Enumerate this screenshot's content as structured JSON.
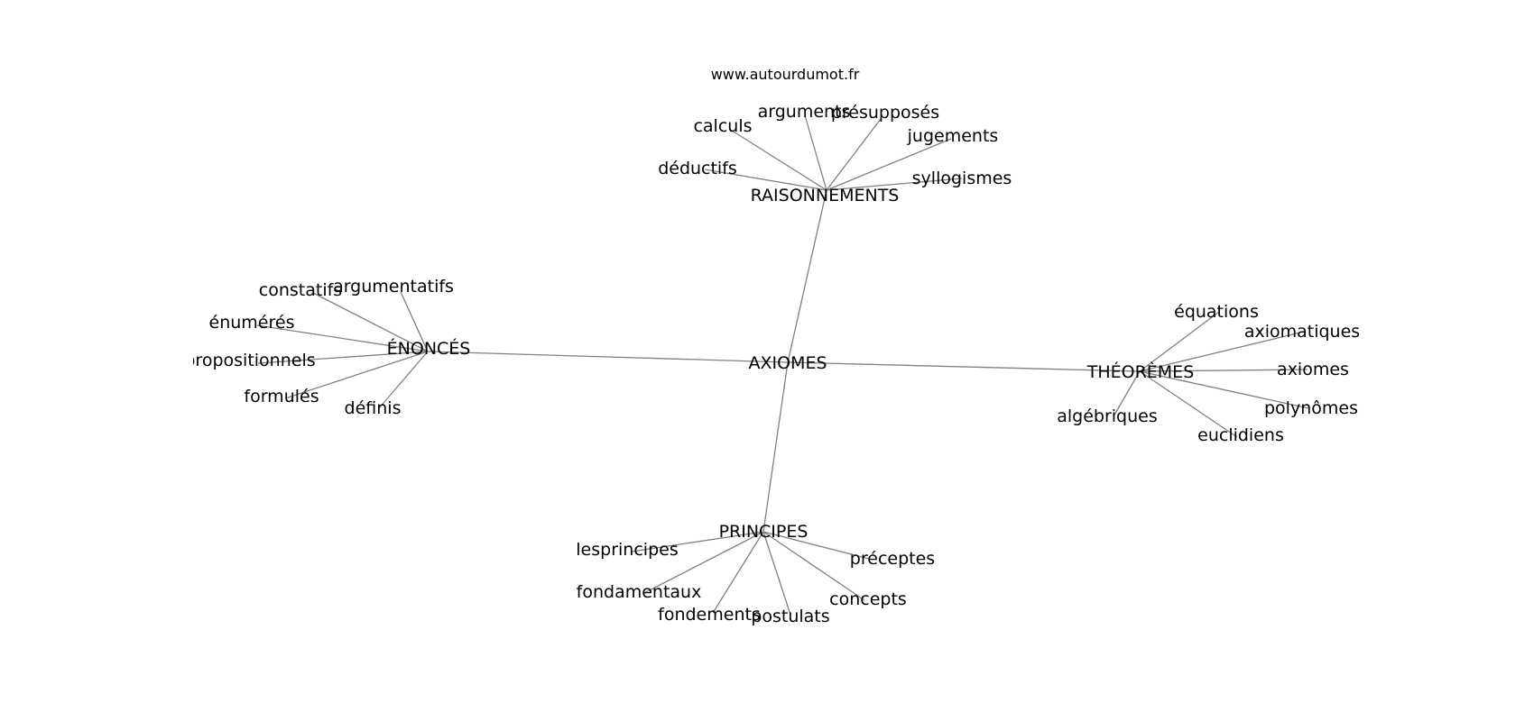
{
  "source": "www.autourdumot.fr",
  "center": "AXIOMES",
  "groups": [
    {
      "hub": "RAISONNEMENTS",
      "children": [
        "calculs",
        "arguments",
        "présupposés",
        "jugements",
        "déductifs",
        "syllogismes"
      ]
    },
    {
      "hub": "ÉNONCÉS",
      "children": [
        "constatifs",
        "argumentatifs",
        "énumérés",
        "propositionnels",
        "formulés",
        "définis"
      ]
    },
    {
      "hub": "THÉORÈMES",
      "children": [
        "équations",
        "axiomatiques",
        "axiomes",
        "polynômes",
        "algébriques",
        "euclidiens"
      ]
    },
    {
      "hub": "PRINCIPES",
      "children": [
        "lesprincipes",
        "préceptes",
        "fondamentaux",
        "concepts",
        "fondements",
        "postulats"
      ]
    }
  ]
}
